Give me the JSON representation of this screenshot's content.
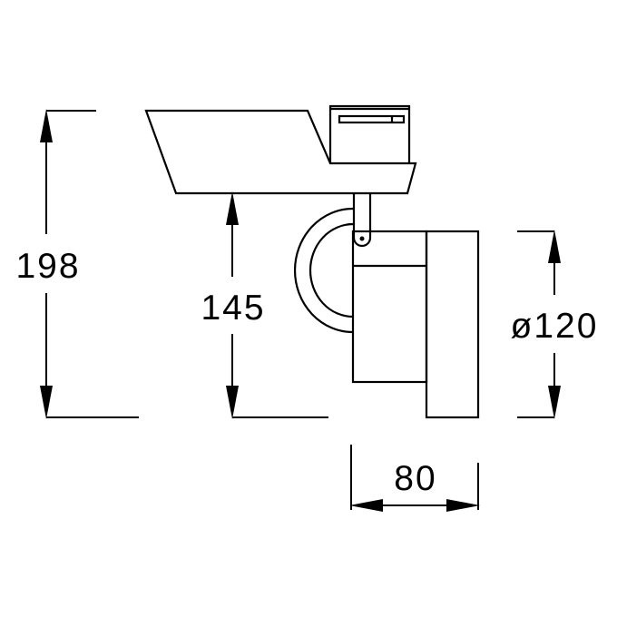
{
  "dimensions": {
    "overall_height": "198",
    "arm_height": "145",
    "diameter": "ø120",
    "depth": "80"
  },
  "colors": {
    "line": "#000000",
    "background": "#ffffff"
  }
}
